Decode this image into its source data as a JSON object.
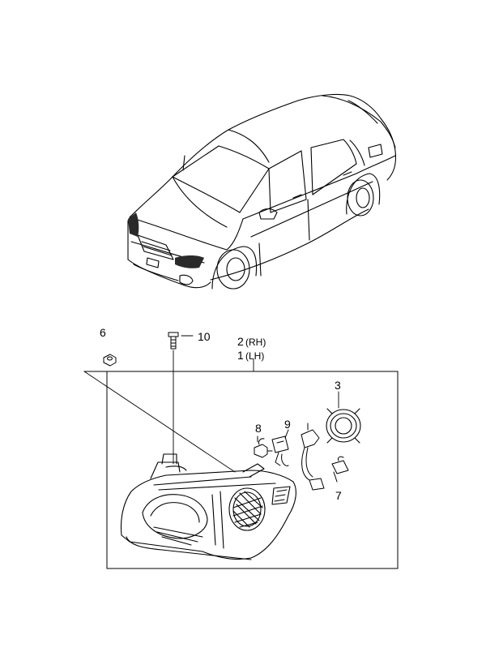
{
  "callouts": {
    "p1": {
      "number": "1",
      "side": "(LH)"
    },
    "p2": {
      "number": "2",
      "side": "(RH)"
    },
    "p3": {
      "number": "3"
    },
    "p6": {
      "number": "6"
    },
    "p7": {
      "number": "7"
    },
    "p8": {
      "number": "8"
    },
    "p9": {
      "number": "9"
    },
    "p10": {
      "number": "10"
    }
  },
  "colors": {
    "line": "#000000",
    "background": "#ffffff",
    "shade": "#2a2a2a"
  }
}
